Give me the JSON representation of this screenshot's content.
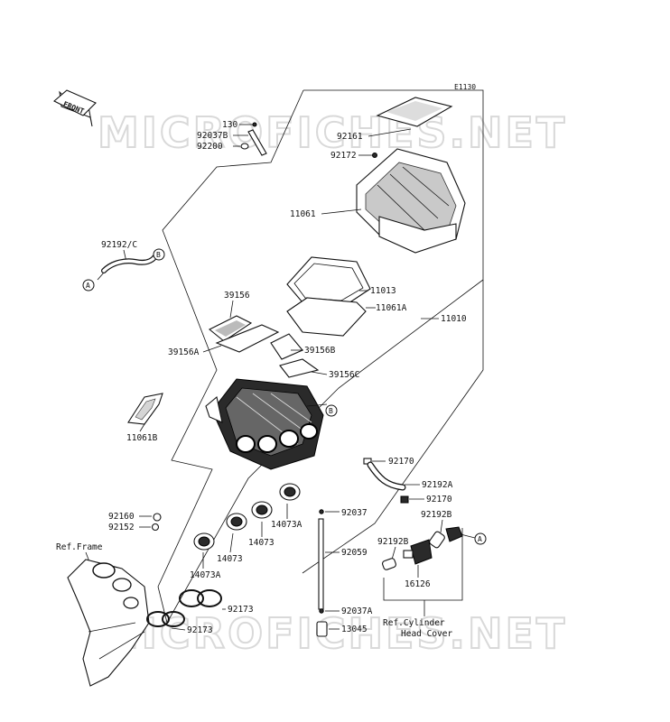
{
  "diagram": {
    "code": "E1130",
    "front_label": "FRONT",
    "watermark": "MICROFICHES.NET",
    "labels": {
      "p130": "130",
      "p92037B": "92037B",
      "p92200": "92200",
      "p92161": "92161",
      "p92172": "92172",
      "p11061": "11061",
      "p92192C": "92192/C",
      "p11013": "11013",
      "p11061A": "11061A",
      "p11010": "11010",
      "p39156": "39156",
      "p39156A": "39156A",
      "p39156B": "39156B",
      "p39156C": "39156C",
      "p11061B": "11061B",
      "p92170a": "92170",
      "p92192A": "92192A",
      "p92170b": "92170",
      "p92160": "92160",
      "p92152": "92152",
      "p14073A_a": "14073A",
      "p92037": "92037",
      "p92192B_a": "92192B",
      "p92192B_b": "92192B",
      "p14073_a": "14073",
      "p14073_b": "14073",
      "p14073A_b": "14073A",
      "p92059": "92059",
      "p16126": "16126",
      "ref_frame": "Ref.Frame",
      "p92173a": "92173",
      "p92173b": "92173",
      "p92037A": "92037A",
      "p13045": "13045",
      "ref_cyl_1": "Ref.Cylinder",
      "ref_cyl_2": "Head Cover"
    },
    "connectors": {
      "a1": "A",
      "a2": "A",
      "b1": "B",
      "b2": "B"
    }
  }
}
